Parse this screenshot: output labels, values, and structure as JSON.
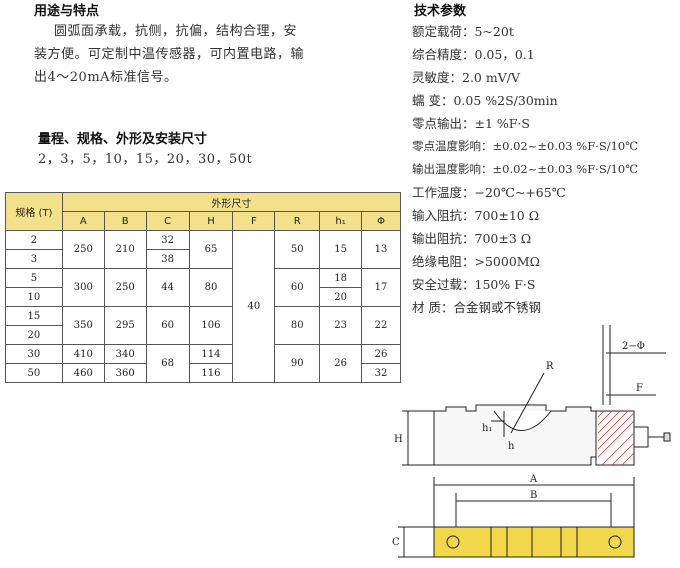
{
  "left": {
    "usage_title": "用途与特点",
    "usage_lines": [
      "圆弧面承载，抗侧，抗偏，结构合理，安",
      "装方便。可定制中温传感器，可内置电路，输",
      "出4～20mA标准信号。"
    ],
    "range_title": "量程、规格、外形及安装尺寸",
    "range_values": "2，3，5，10，15，20，30，50t"
  },
  "specs": {
    "title": "技术参数",
    "lines": [
      "额定载荷：5~20t",
      "综合精度：0.05，0.1",
      "灵敏度：2.0  mV/V",
      "蠕     变：0.05 %2S/30min",
      "零点输出：±1 %F·S",
      "零点温度影响：±0.02~±0.03  %F·S/10℃",
      "输出温度影响：±0.02~±0.03  %F·S/10℃",
      "工作温度：−20℃~+65℃",
      "输入阻抗：700±10  Ω",
      "输出阻抗：700±3   Ω",
      "绝缘电阻：>5000MΩ",
      "安全过载：150%  F·S",
      "材     质：合金钢或不锈钢"
    ]
  },
  "table": {
    "spec_header": "规格 (T)",
    "group_header": "外形尺寸",
    "columns": [
      "A",
      "B",
      "C",
      "H",
      "F",
      "R",
      "h₁",
      "Φ"
    ],
    "spec_rows": [
      "2",
      "3",
      "5",
      "10",
      "15",
      "20",
      "30",
      "50"
    ],
    "A": [
      "250",
      "300",
      "350",
      "410",
      "460"
    ],
    "B": [
      "210",
      "250",
      "295",
      "340",
      "360"
    ],
    "C": [
      "32",
      "38",
      "44",
      "60",
      "68"
    ],
    "H": [
      "65",
      "80",
      "106",
      "114",
      "116"
    ],
    "F": "40",
    "R": [
      "50",
      "60",
      "80",
      "90"
    ],
    "h1": [
      "15",
      "18",
      "20",
      "23",
      "26"
    ],
    "Phi": [
      "13",
      "17",
      "22",
      "26",
      "32"
    ]
  },
  "drawing": {
    "labels": {
      "R": "R",
      "phi": "2−Φ",
      "F": "F",
      "H": "H",
      "h1": "h₁",
      "h": "h",
      "A": "A",
      "B": "B",
      "C": "C"
    }
  }
}
